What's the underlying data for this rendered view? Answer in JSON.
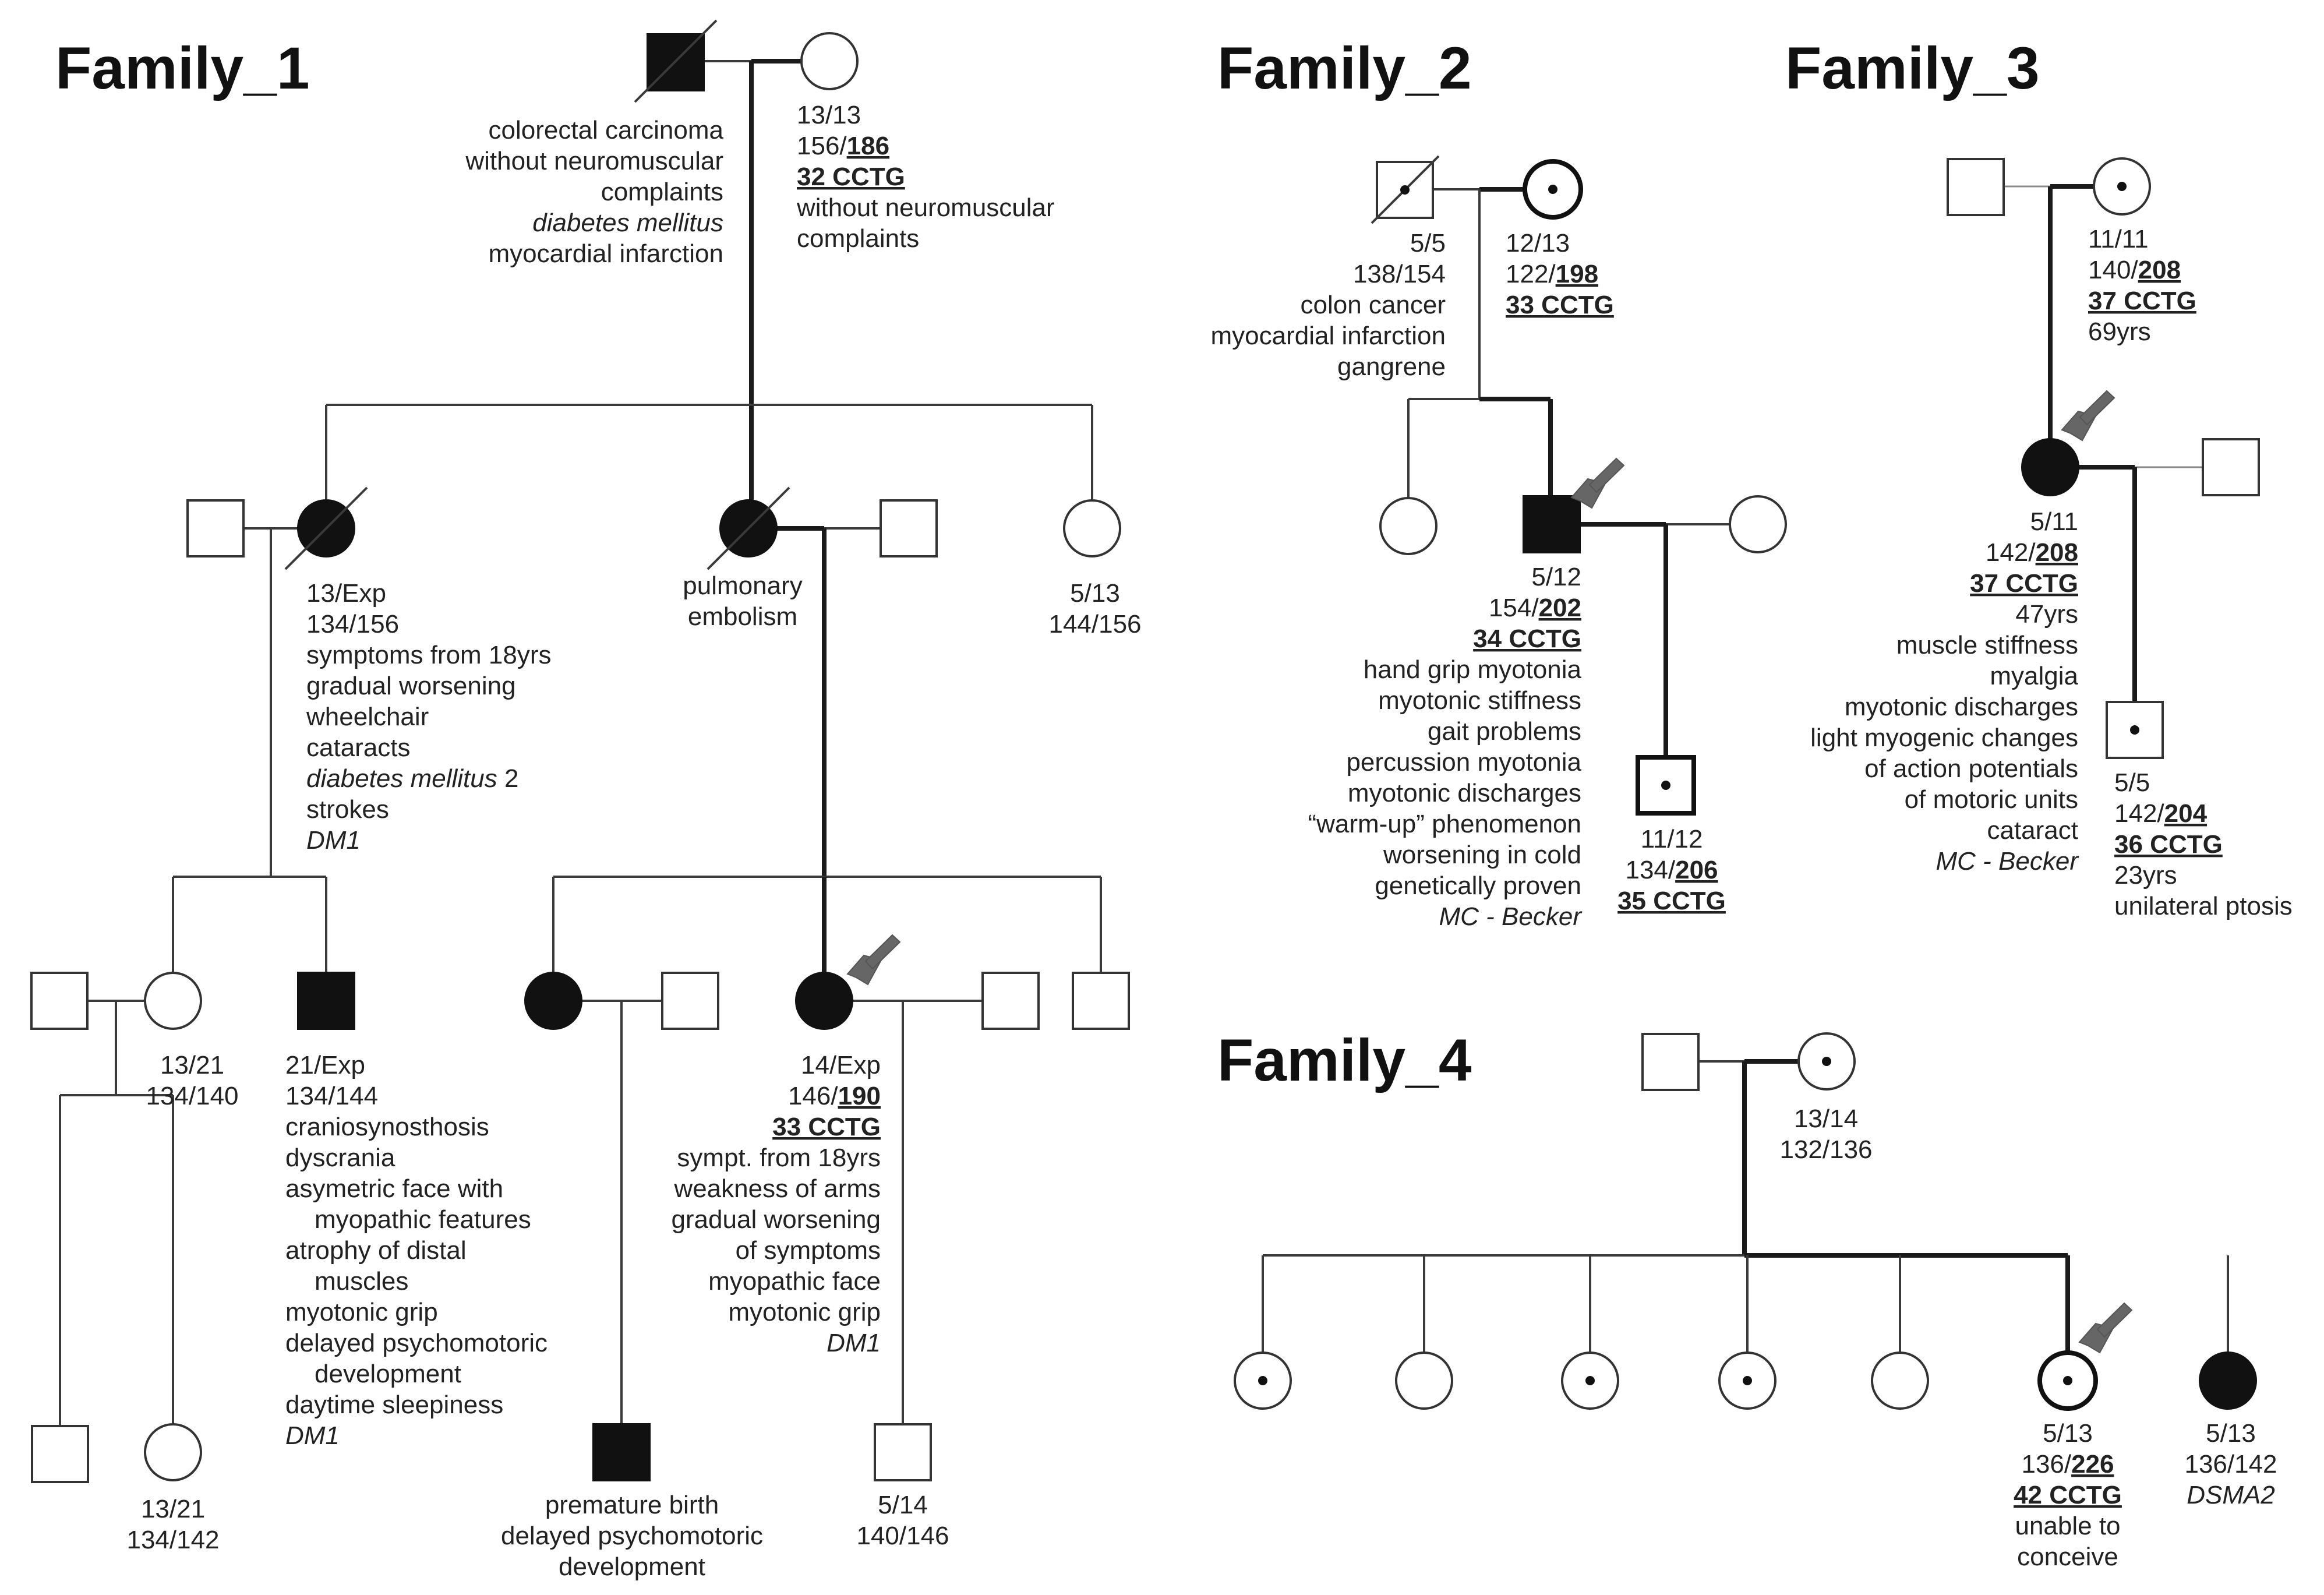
{
  "families": [
    {
      "title": "Family_1"
    },
    {
      "title": "Family_2"
    },
    {
      "title": "Family_3"
    },
    {
      "title": "Family_4"
    }
  ],
  "labels": [
    {
      "id": "f1-gm",
      "anchor": "start",
      "lines": [
        {
          "t": "13/13"
        },
        {
          "parts": [
            {
              "t": "156/"
            },
            {
              "t": "186",
              "s": "b"
            }
          ]
        },
        {
          "t": "32 CCTG",
          "s": "b"
        },
        {
          "t": "without neuromuscular"
        },
        {
          "t": "complaints"
        }
      ]
    },
    {
      "id": "f1-gf",
      "anchor": "end",
      "lines": [
        {
          "t": "colorectal carcinoma"
        },
        {
          "t": "without neuromuscular"
        },
        {
          "t": "complaints"
        },
        {
          "t": "diabetes mellitus",
          "s": "i"
        },
        {
          "t": "myocardial infarction"
        }
      ]
    },
    {
      "id": "f1-a",
      "anchor": "start",
      "lines": [
        {
          "t": "13/Exp"
        },
        {
          "t": "134/156"
        },
        {
          "t": "symptoms from 18yrs"
        },
        {
          "t": "gradual worsening"
        },
        {
          "t": "wheelchair"
        },
        {
          "t": "cataracts"
        },
        {
          "parts": [
            {
              "t": "diabetes mellitus",
              "s": "i"
            },
            {
              "t": " 2"
            }
          ]
        },
        {
          "t": "strokes"
        },
        {
          "t": "DM1",
          "s": "i"
        }
      ]
    },
    {
      "id": "f1-b",
      "anchor": "middle",
      "lines": [
        {
          "t": "pulmonary"
        },
        {
          "t": "embolism"
        }
      ]
    },
    {
      "id": "f1-c",
      "anchor": "middle",
      "lines": [
        {
          "t": "5/13"
        },
        {
          "t": "144/156"
        }
      ]
    },
    {
      "id": "f1-d",
      "anchor": "middle",
      "lines": [
        {
          "t": "13/21"
        },
        {
          "t": "134/140"
        }
      ]
    },
    {
      "id": "f1-e",
      "anchor": "start",
      "lines": [
        {
          "t": "21/Exp"
        },
        {
          "t": "134/144"
        },
        {
          "t": "craniosynosthosis"
        },
        {
          "t": "dyscrania"
        },
        {
          "t": "asymetric face with"
        },
        {
          "t": "myopathic features",
          "indent": 1
        },
        {
          "t": "atrophy of distal"
        },
        {
          "t": "muscles",
          "indent": 1
        },
        {
          "t": "myotonic grip"
        },
        {
          "t": "delayed psychomotoric"
        },
        {
          "t": "development",
          "indent": 1
        },
        {
          "t": "daytime sleepiness"
        },
        {
          "t": "DM1",
          "s": "i"
        }
      ]
    },
    {
      "id": "f1-f",
      "anchor": "end",
      "lines": [
        {
          "t": "14/Exp"
        },
        {
          "parts": [
            {
              "t": "146/"
            },
            {
              "t": "190",
              "s": "b"
            }
          ]
        },
        {
          "t": "33 CCTG",
          "s": "b"
        },
        {
          "t": "sympt. from 18yrs"
        },
        {
          "t": "weakness of arms"
        },
        {
          "t": "gradual worsening"
        },
        {
          "t": "of symptoms"
        },
        {
          "t": "myopathic face"
        },
        {
          "t": "myotonic grip"
        },
        {
          "t": "DM1",
          "s": "i"
        }
      ]
    },
    {
      "id": "f1-g",
      "anchor": "middle",
      "lines": [
        {
          "t": "13/21"
        },
        {
          "t": "134/142"
        }
      ]
    },
    {
      "id": "f1-h",
      "anchor": "middle",
      "lines": [
        {
          "t": "premature birth"
        },
        {
          "t": "delayed psychomotoric"
        },
        {
          "t": "development"
        }
      ]
    },
    {
      "id": "f1-i",
      "anchor": "middle",
      "lines": [
        {
          "t": "5/14"
        },
        {
          "t": "140/146"
        }
      ]
    },
    {
      "id": "f2-gf",
      "anchor": "end",
      "lines": [
        {
          "t": "5/5"
        },
        {
          "t": "138/154"
        },
        {
          "t": "colon cancer"
        },
        {
          "t": "myocardial infarction"
        },
        {
          "t": "gangrene"
        }
      ]
    },
    {
      "id": "f2-gm",
      "anchor": "start",
      "lines": [
        {
          "t": "12/13"
        },
        {
          "parts": [
            {
              "t": "122/"
            },
            {
              "t": "198",
              "s": "b"
            }
          ]
        },
        {
          "t": "33 CCTG",
          "s": "b"
        }
      ]
    },
    {
      "id": "f2-p",
      "anchor": "end",
      "lines": [
        {
          "t": "5/12"
        },
        {
          "parts": [
            {
              "t": "154/"
            },
            {
              "t": "202",
              "s": "b"
            }
          ]
        },
        {
          "t": "34 CCTG",
          "s": "b"
        },
        {
          "t": "hand grip myotonia"
        },
        {
          "t": "myotonic stiffness"
        },
        {
          "t": "gait problems"
        },
        {
          "t": "percussion myotonia"
        },
        {
          "t": "myotonic discharges"
        },
        {
          "t": "“warm-up” phenomenon"
        },
        {
          "t": "worsening in cold"
        },
        {
          "t": "genetically proven"
        },
        {
          "t": "MC - Becker",
          "s": "i"
        }
      ]
    },
    {
      "id": "f2-son",
      "anchor": "middle",
      "lines": [
        {
          "t": "11/12"
        },
        {
          "parts": [
            {
              "t": "134/"
            },
            {
              "t": "206",
              "s": "b"
            }
          ]
        },
        {
          "t": "35 CCTG",
          "s": "b"
        }
      ]
    },
    {
      "id": "f3-gm",
      "anchor": "start",
      "lines": [
        {
          "t": "11/11"
        },
        {
          "parts": [
            {
              "t": "140/"
            },
            {
              "t": "208",
              "s": "b"
            }
          ]
        },
        {
          "t": "37 CCTG",
          "s": "b"
        },
        {
          "t": "69yrs"
        }
      ]
    },
    {
      "id": "f3-p",
      "anchor": "end",
      "lines": [
        {
          "t": "5/11"
        },
        {
          "parts": [
            {
              "t": "142/"
            },
            {
              "t": "208",
              "s": "b"
            }
          ]
        },
        {
          "t": "37 CCTG",
          "s": "b"
        },
        {
          "t": "47yrs"
        },
        {
          "t": "muscle stiffness"
        },
        {
          "t": "myalgia"
        },
        {
          "t": "myotonic discharges"
        },
        {
          "t": "light myogenic changes"
        },
        {
          "t": "of action potentials"
        },
        {
          "t": "of motoric units"
        },
        {
          "t": "cataract"
        },
        {
          "t": "MC - Becker",
          "s": "i"
        }
      ]
    },
    {
      "id": "f3-son",
      "anchor": "start",
      "lines": [
        {
          "t": "5/5"
        },
        {
          "parts": [
            {
              "t": "142/"
            },
            {
              "t": "204",
              "s": "b"
            }
          ]
        },
        {
          "t": "36 CCTG",
          "s": "b"
        },
        {
          "t": "23yrs"
        },
        {
          "t": "unilateral ptosis"
        }
      ]
    },
    {
      "id": "f4-gm",
      "anchor": "middle",
      "lines": [
        {
          "t": "13/14"
        },
        {
          "t": "132/136"
        }
      ]
    },
    {
      "id": "f4-p",
      "anchor": "middle",
      "lines": [
        {
          "t": "5/13"
        },
        {
          "parts": [
            {
              "t": "136/"
            },
            {
              "t": "226",
              "s": "b"
            }
          ]
        },
        {
          "t": "42 CCTG",
          "s": "b"
        },
        {
          "t": "unable to"
        },
        {
          "t": "conceive"
        }
      ]
    },
    {
      "id": "f4-q",
      "anchor": "middle",
      "lines": [
        {
          "t": "5/13"
        },
        {
          "t": "136/142"
        },
        {
          "t": "DSMA2",
          "s": "i"
        }
      ]
    }
  ]
}
